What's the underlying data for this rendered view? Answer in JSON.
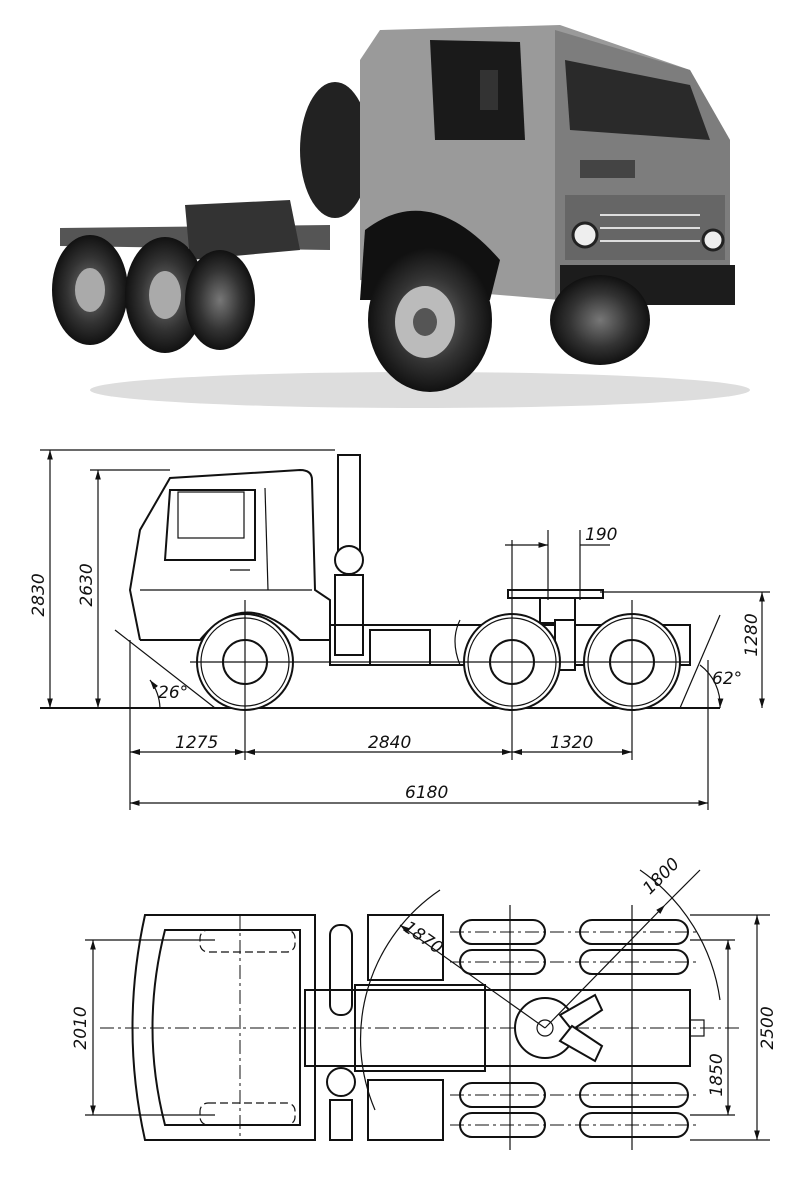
{
  "figure": {
    "photo_caption": "",
    "side_view": {
      "overall_height": "2830",
      "cab_height": "2630",
      "fifth_wheel_offset": "190",
      "fifth_wheel_height": "1280",
      "approach_angle": "26°",
      "departure_angle": "62°",
      "front_overhang": "1275",
      "wheelbase": "2840",
      "rear_axle_spacing": "1320",
      "overall_length": "6180"
    },
    "top_view": {
      "rear_radius": "1800",
      "front_radius": "1870",
      "front_track": "2010",
      "overall_width": "2500",
      "rear_track": "1850"
    }
  },
  "colors": {
    "ink": "#111111",
    "paper": "#ffffff",
    "photo_mid": "#8a8a8a"
  }
}
